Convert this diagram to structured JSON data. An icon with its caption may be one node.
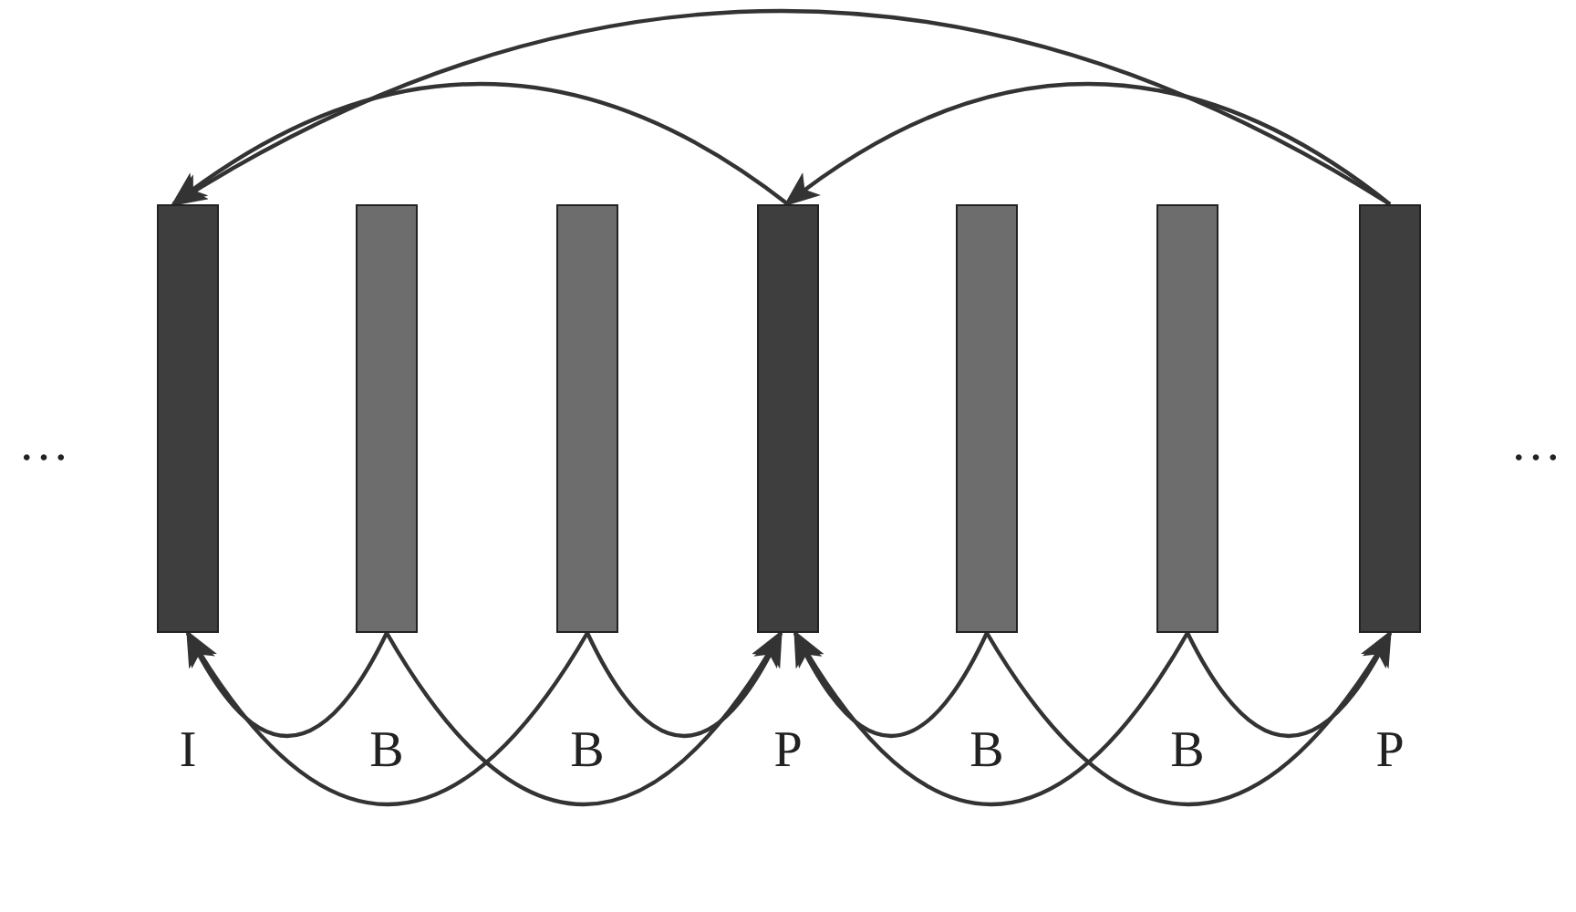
{
  "diagram": {
    "nodes": [
      {
        "text": [],
        "shape": "bar",
        "beside": [
          "I"
        ]
      },
      {
        "text": [],
        "shape": "bar",
        "beside": [
          "B"
        ]
      },
      {
        "text": [],
        "shape": "bar",
        "beside": [
          "B"
        ]
      },
      {
        "text": [],
        "shape": "bar",
        "beside": [
          "P"
        ]
      },
      {
        "text": [],
        "shape": "bar",
        "beside": [
          "B"
        ]
      },
      {
        "text": [],
        "shape": "bar",
        "beside": [
          "B"
        ]
      },
      {
        "text": [],
        "shape": "bar",
        "beside": [
          "P"
        ]
      }
    ],
    "edges": [
      {
        "from": 3,
        "to": 0,
        "arrow": "to"
      },
      {
        "from": 6,
        "to": 0,
        "arrow": "to"
      },
      {
        "from": 6,
        "to": 3,
        "arrow": "to"
      },
      {
        "from": 1,
        "to": 0,
        "arrow": "to"
      },
      {
        "from": 1,
        "to": 3,
        "arrow": "to"
      },
      {
        "from": 2,
        "to": 0,
        "arrow": "to"
      },
      {
        "from": 2,
        "to": 3,
        "arrow": "to"
      },
      {
        "from": 4,
        "to": 3,
        "arrow": "to"
      },
      {
        "from": 4,
        "to": 6,
        "arrow": "to"
      },
      {
        "from": 5,
        "to": 3,
        "arrow": "to"
      },
      {
        "from": 5,
        "to": 6,
        "arrow": "to"
      }
    ],
    "labels": [
      "…",
      "…"
    ]
  }
}
